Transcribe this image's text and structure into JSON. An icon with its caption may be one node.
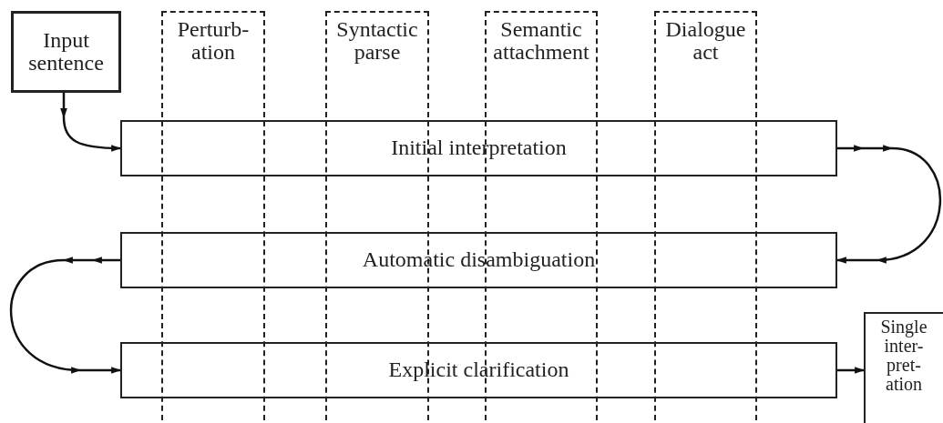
{
  "diagram": {
    "nodes": [
      {
        "text": [
          "Input sentence"
        ]
      },
      {
        "text": [
          "Perturb- ation"
        ]
      },
      {
        "text": [
          "Syntactic parse"
        ]
      },
      {
        "text": [
          "Semantic attachment"
        ]
      },
      {
        "text": [
          "Dialogue act"
        ]
      },
      {
        "text": [
          "Initial interpretation"
        ]
      },
      {
        "text": [
          "Automatic disambiguation"
        ]
      },
      {
        "text": [
          "Explicit clarification"
        ]
      },
      {
        "text": [
          "Single inter- pret- ation"
        ]
      }
    ],
    "edges": [
      {
        "from": 0,
        "to": 5,
        "arrow": "to"
      },
      {
        "from": 5,
        "to": 6,
        "arrow": "to"
      },
      {
        "from": 6,
        "to": 7,
        "arrow": "to"
      },
      {
        "from": 7,
        "to": 8,
        "arrow": "to"
      }
    ]
  }
}
